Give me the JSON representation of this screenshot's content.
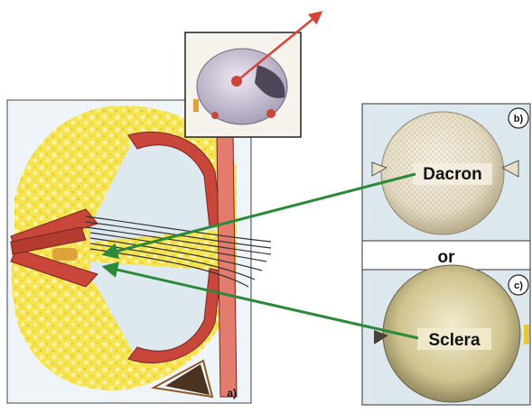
{
  "panels": {
    "a": {
      "label": "a)"
    },
    "b": {
      "label": "b)"
    },
    "c": {
      "label": "c)"
    }
  },
  "labels": {
    "implant_1": "Dacron",
    "implant_2": "Sclera",
    "separator": "or"
  },
  "colors": {
    "fat": "#f2e14a",
    "muscle": "#c8463a",
    "arrow_green": "#2a8a3a",
    "arrow_red": "#d6453a",
    "sclera_ball": "#d8cf9a",
    "dacron_ball": "#e6ddc6",
    "panel_bg": "#dde8ee"
  },
  "icons": {
    "inset": "eye-globe-icon",
    "dacron": "dacron-sphere-icon",
    "sclera": "sclera-sphere-icon"
  }
}
